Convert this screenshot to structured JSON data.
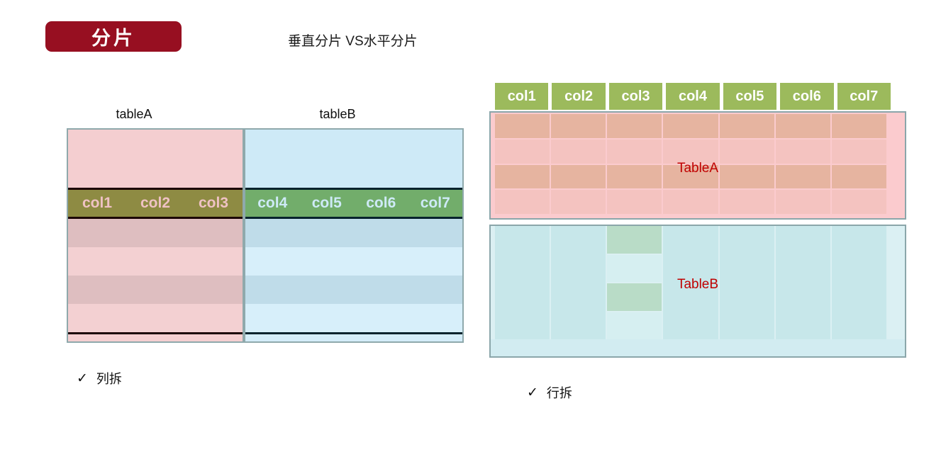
{
  "badge": {
    "label": "分片"
  },
  "title": "垂直分片 VS水平分片",
  "vertical_sharding": {
    "table_a_label": "tableA",
    "table_b_label": "tableB",
    "table_a_columns": [
      "col1",
      "col2",
      "col3"
    ],
    "table_b_columns": [
      "col4",
      "col5",
      "col6",
      "col7"
    ],
    "row_stripe_count": 4,
    "caption_check": "✓",
    "caption": "列拆"
  },
  "horizontal_sharding": {
    "header_columns": [
      "col1",
      "col2",
      "col3",
      "col4",
      "col5",
      "col6",
      "col7"
    ],
    "table_a_label": "TableA",
    "table_b_label": "TableB",
    "table_a_row_count": 4,
    "table_b_col3_cells": [
      "highlight",
      "plain",
      "highlight",
      "plain"
    ],
    "caption_check": "✓",
    "caption": "行拆"
  },
  "colors": {
    "badge_bg": "#970F21",
    "badge_text": "#FFFFFF",
    "table_label_red": "#C00000",
    "right_header_green": "#9CBA5C",
    "left_olive_header": "#8E8B43",
    "left_green_header": "#72AD6B",
    "pink_fill": "#F4CED0",
    "blue_fill": "#CEEAF7",
    "box_border": "#8BA6AA",
    "tableb_highlight_cell": "#B9DCC7"
  }
}
